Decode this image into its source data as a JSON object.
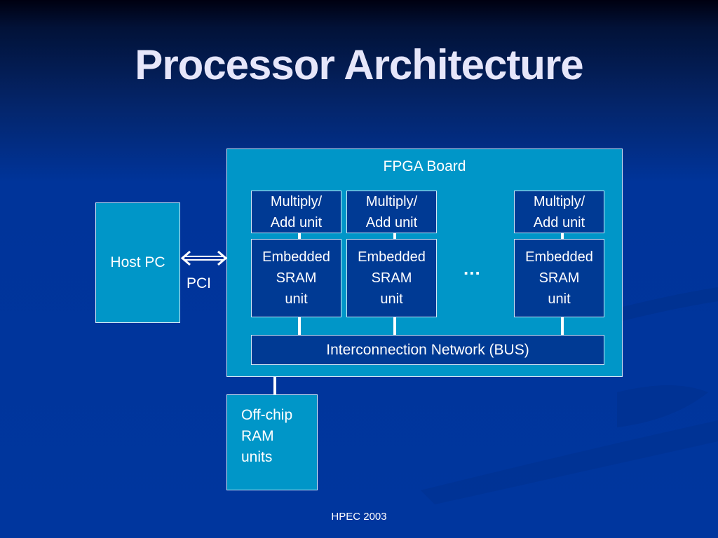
{
  "slide": {
    "title": "Processor Architecture",
    "footer": "HPEC 2003"
  },
  "diagram": {
    "fpga_board": {
      "label": "FPGA Board",
      "units": [
        {
          "mac": [
            "Multiply/",
            "Add unit"
          ],
          "sram": [
            "Embedded",
            "SRAM",
            "unit"
          ]
        },
        {
          "mac": [
            "Multiply/",
            "Add unit"
          ],
          "sram": [
            "Embedded",
            "SRAM",
            "unit"
          ]
        },
        {
          "mac": [
            "Multiply/",
            "Add unit"
          ],
          "sram": [
            "Embedded",
            "SRAM",
            "unit"
          ]
        }
      ],
      "ellipsis": "...",
      "bus_label": "Interconnection Network (BUS)"
    },
    "host": {
      "label": "Host PC"
    },
    "link": {
      "label": "PCI",
      "icon": "double-arrow-icon"
    },
    "offchip": {
      "lines": [
        "Off-chip",
        "RAM",
        "units"
      ]
    }
  }
}
